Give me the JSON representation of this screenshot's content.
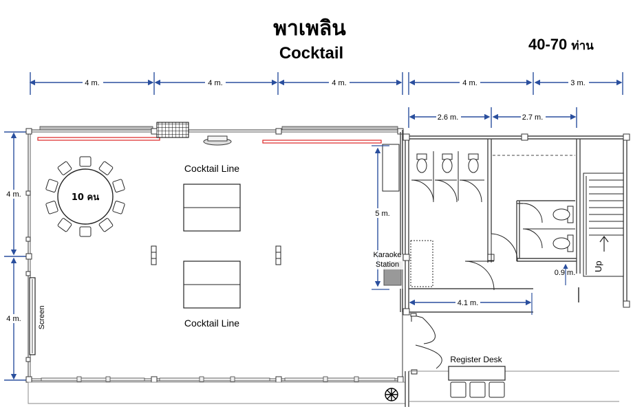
{
  "title": "พาเพลิน",
  "subtitle": "Cocktail",
  "capacity": {
    "value": "40-70",
    "unit": "ท่าน"
  },
  "dimensions": {
    "top": [
      "4 m.",
      "4 m.",
      "4 m.",
      "4 m.",
      "3 m."
    ],
    "restroom": [
      "2.6 m.",
      "2.7 m."
    ],
    "left": [
      "4 m.",
      "4 m."
    ],
    "karaoke_depth": "5 m.",
    "corridor": "4.1 m.",
    "door": "0.9 m."
  },
  "areas": {
    "round_table": "10 คน",
    "cocktail_line_top": "Cocktail Line",
    "cocktail_line_bottom": "Cocktail Line",
    "karaoke": [
      "Karaoke",
      "Station"
    ],
    "screen": "Screen",
    "register": "Register Desk",
    "stairs": "Up"
  }
}
